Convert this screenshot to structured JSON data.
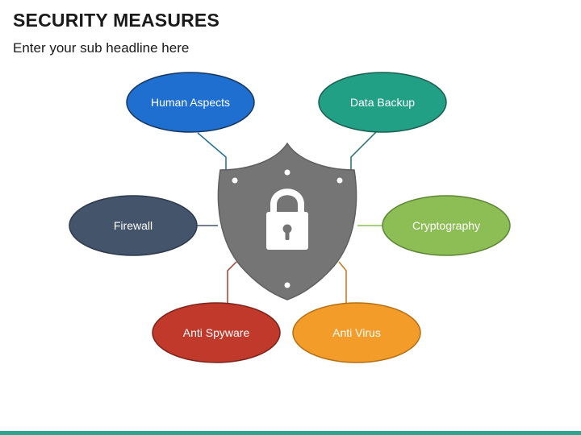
{
  "header": {
    "title": "SECURITY MEASURES",
    "subtitle": "Enter your sub headline here"
  },
  "nodes": [
    {
      "label": "Human Aspects",
      "color": "#1f6fd0",
      "line_color": "#1f6e96"
    },
    {
      "label": "Data Backup",
      "color": "#22a085",
      "line_color": "#1f6e6a"
    },
    {
      "label": "Firewall",
      "color": "#44546a",
      "line_color": "#44546a"
    },
    {
      "label": "Cryptography",
      "color": "#8dbd55",
      "line_color": "#8dbd55"
    },
    {
      "label": "Anti Spyware",
      "color": "#c0392b",
      "line_color": "#b03a2e"
    },
    {
      "label": "Anti Virus",
      "color": "#f39c2a",
      "line_color": "#c8741a"
    }
  ],
  "shield": {
    "color": "#757575",
    "icon": "padlock-icon"
  },
  "theme": {
    "bottom_bar_color": "#2aa58f"
  }
}
